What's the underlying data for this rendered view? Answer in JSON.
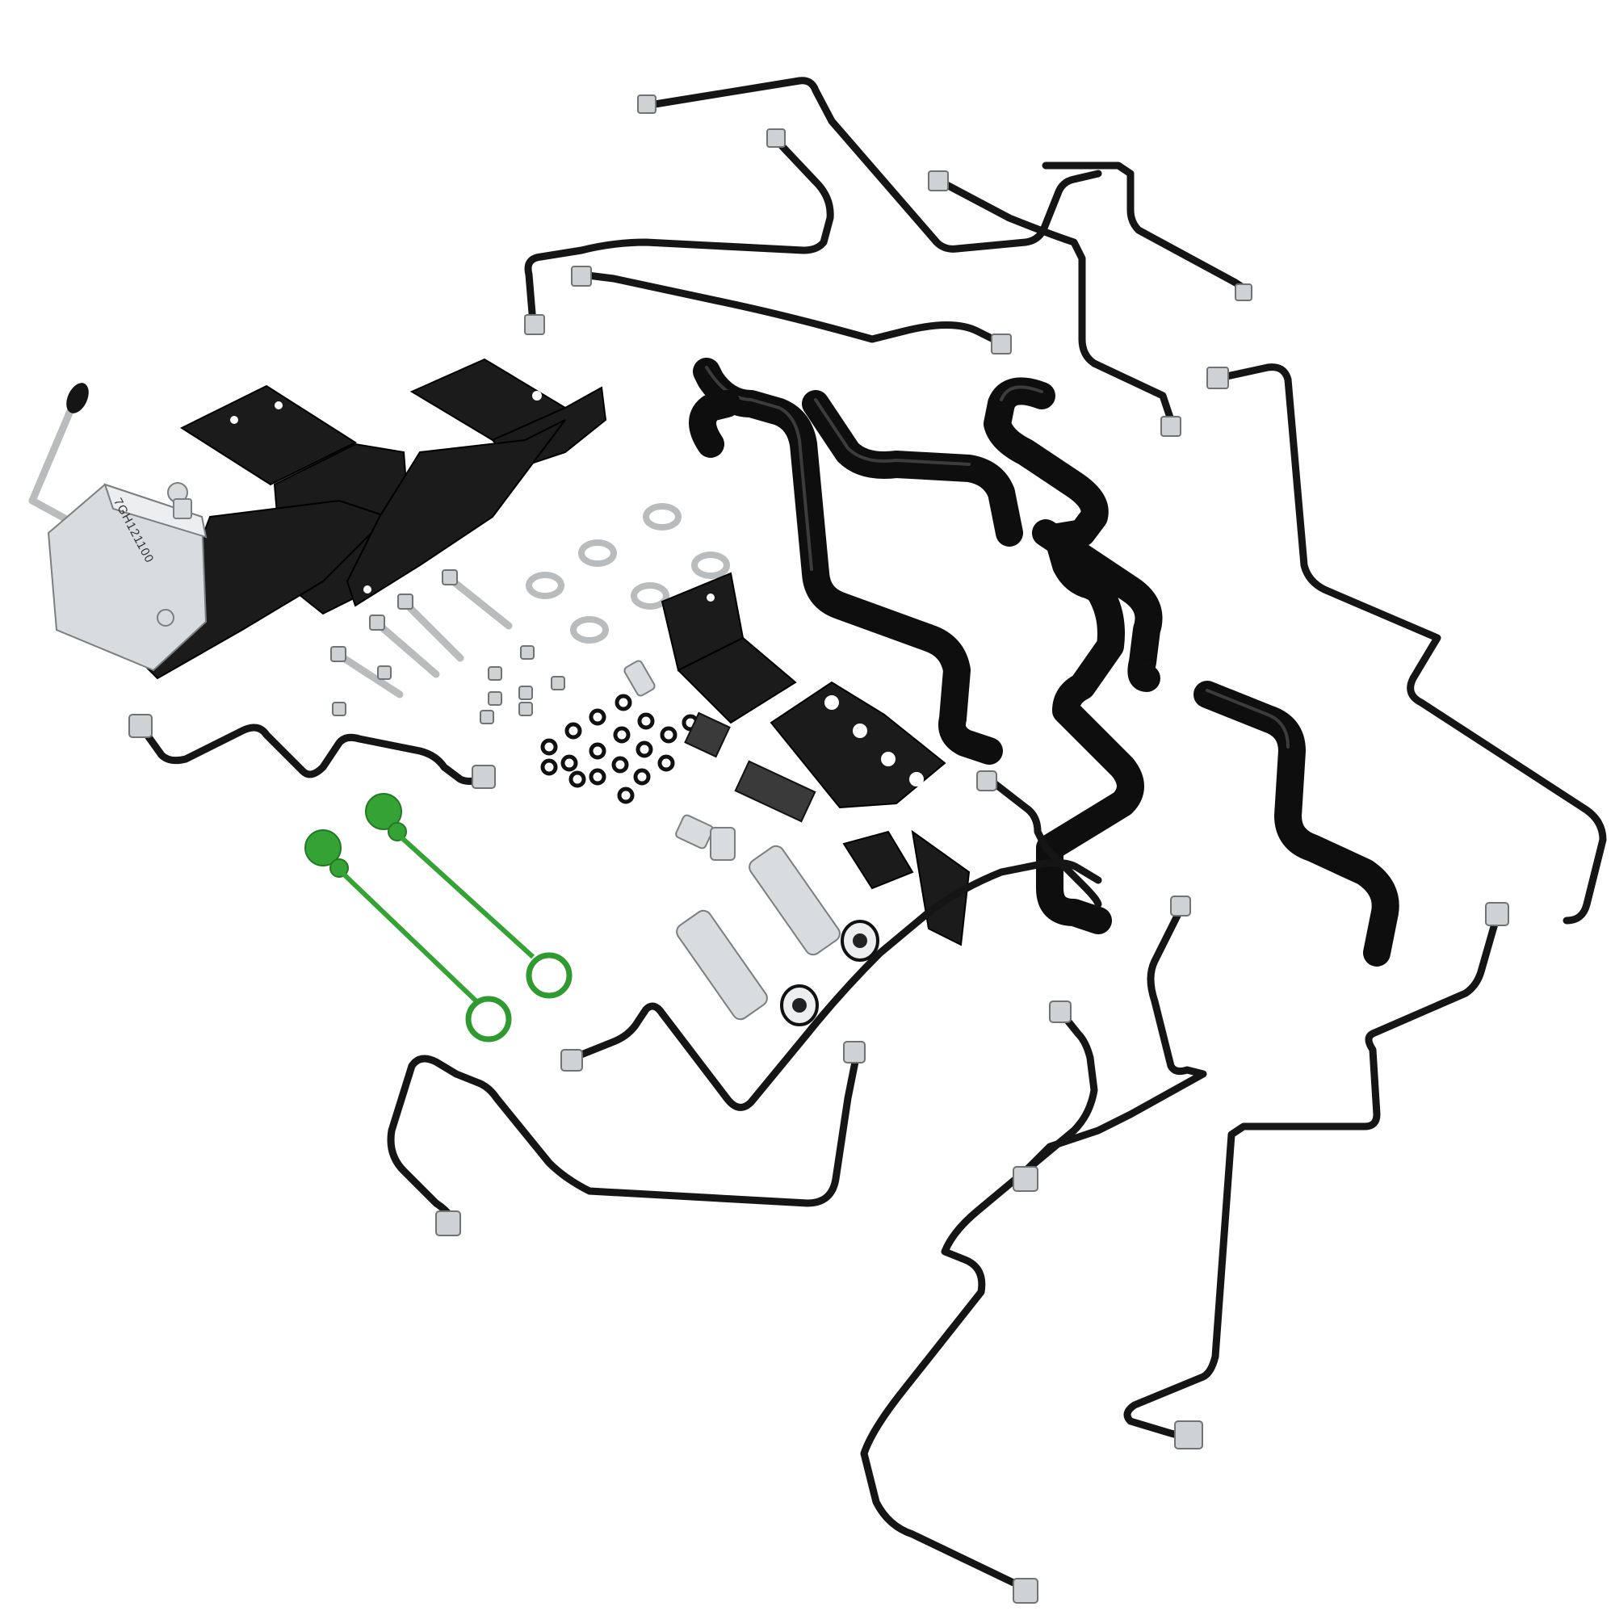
{
  "image": {
    "subject": "Hydraulic valve installation kit (exploded parts layout)",
    "background": "#ffffff"
  },
  "valve": {
    "part_number": "7GH121100",
    "finish_color": "#d9dcde",
    "lever_knob_color": "#151515"
  },
  "colors": {
    "steel_lines": "#151515",
    "hoses": "#0e0e0e",
    "brackets": "#1b1b1b",
    "fittings": "#cfd2d4",
    "dust_caps": "#34a234"
  },
  "parts": [
    {
      "name": "control-valve",
      "count": 1
    },
    {
      "name": "mounting-bracket",
      "count": 2
    },
    {
      "name": "angle-bracket",
      "count": 2
    },
    {
      "name": "flat-plate-bracket",
      "count": 1
    },
    {
      "name": "hex-bolt",
      "count": 5
    },
    {
      "name": "nut",
      "count": 9
    },
    {
      "name": "hose-clamp",
      "count": 6
    },
    {
      "name": "o-ring",
      "count": 24
    },
    {
      "name": "line-clamp-block",
      "count": 2
    },
    {
      "name": "elbow-fitting",
      "count": 2
    },
    {
      "name": "quick-coupler",
      "count": 2
    },
    {
      "name": "dust-cap-green",
      "count": 2
    },
    {
      "name": "black-hose",
      "count": 4
    },
    {
      "name": "steel-hydraulic-line",
      "count": 12
    }
  ]
}
